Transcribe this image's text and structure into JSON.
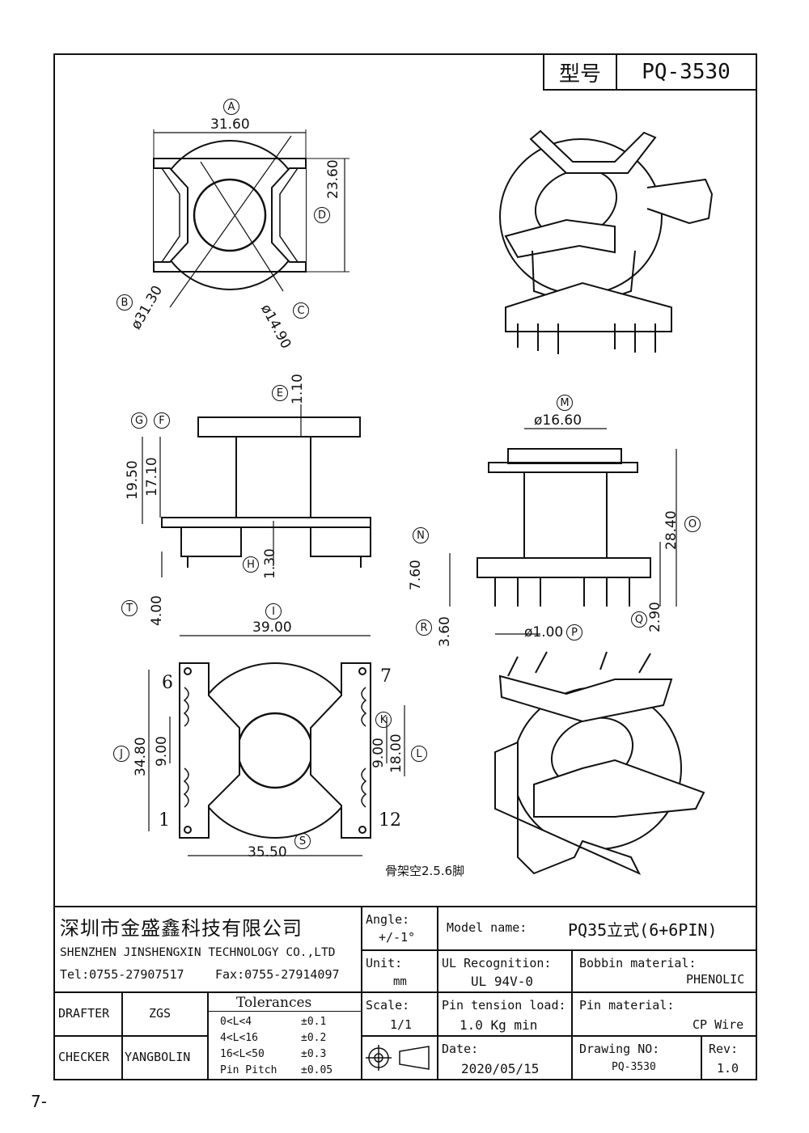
{
  "header": {
    "model_label": "型号",
    "model_value": "PQ-3530"
  },
  "dimensions": {
    "A": "31.60",
    "B": "ø31.30",
    "C": "ø14.90",
    "D": "23.60",
    "E": "1.10",
    "F": "17.10",
    "G": "19.50",
    "H": "1.30",
    "T": "4.00",
    "M": "ø16.60",
    "N": "7.60",
    "O": "28.40",
    "P": "ø1.00",
    "Q": "2.90",
    "R": "3.60",
    "I": "39.00",
    "J": "34.80",
    "K": "9.00",
    "K2": "9.00",
    "L": "18.00",
    "S": "35.50"
  },
  "labels": {
    "A": "A",
    "B": "B",
    "C": "C",
    "D": "D",
    "E": "E",
    "F": "F",
    "G": "G",
    "H": "H",
    "T": "T",
    "M": "M",
    "N": "N",
    "O": "O",
    "P": "P",
    "Q": "Q",
    "R": "R",
    "I": "I",
    "J": "J",
    "K": "K",
    "L": "L",
    "S": "S"
  },
  "pins": {
    "p6": "6",
    "p7": "7",
    "p1": "1",
    "p12": "12"
  },
  "note": "骨架空2.5.6脚",
  "title_block": {
    "company_cn": "深圳市金盛鑫科技有限公司",
    "company_en": "SHENZHEN JINSHENGXIN TECHNOLOGY CO.,LTD",
    "tel": "Tel:0755-27907517",
    "fax": "Fax:0755-27914097",
    "drafter_label": "DRAFTER",
    "drafter": "ZGS",
    "checker_label": "CHECKER",
    "checker": "YANGBOLIN",
    "tol_title": "Tolerances",
    "tolerances": [
      {
        "range": "0<L<4",
        "value": "±0.1"
      },
      {
        "range": "4<L<16",
        "value": "±0.2"
      },
      {
        "range": "16<L<50",
        "value": "±0.3"
      },
      {
        "range": "Pin Pitch",
        "value": "±0.05"
      }
    ],
    "angle_label": "Angle:",
    "angle": "+/-1°",
    "unit_label": "Unit:",
    "unit": "mm",
    "scale_label": "Scale:",
    "scale": "1/1",
    "model_name_label": "Model name:",
    "model_name": "PQ35立式(6+6PIN)",
    "ul_label": "UL Recognition:",
    "ul": "UL 94V-0",
    "bobbin_label": "Bobbin material:",
    "bobbin": "PHENOLIC",
    "pin_tension_label": "Pin tension load:",
    "pin_tension": "1.0 Kg min",
    "pin_material_label": "Pin material:",
    "pin_material": "CP Wire",
    "date_label": "Date:",
    "date": "2020/05/15",
    "drawing_label": "Drawing NO:",
    "drawing": "PQ-3530",
    "rev_label": "Rev:",
    "rev": "1.0"
  },
  "page_number": "7-"
}
